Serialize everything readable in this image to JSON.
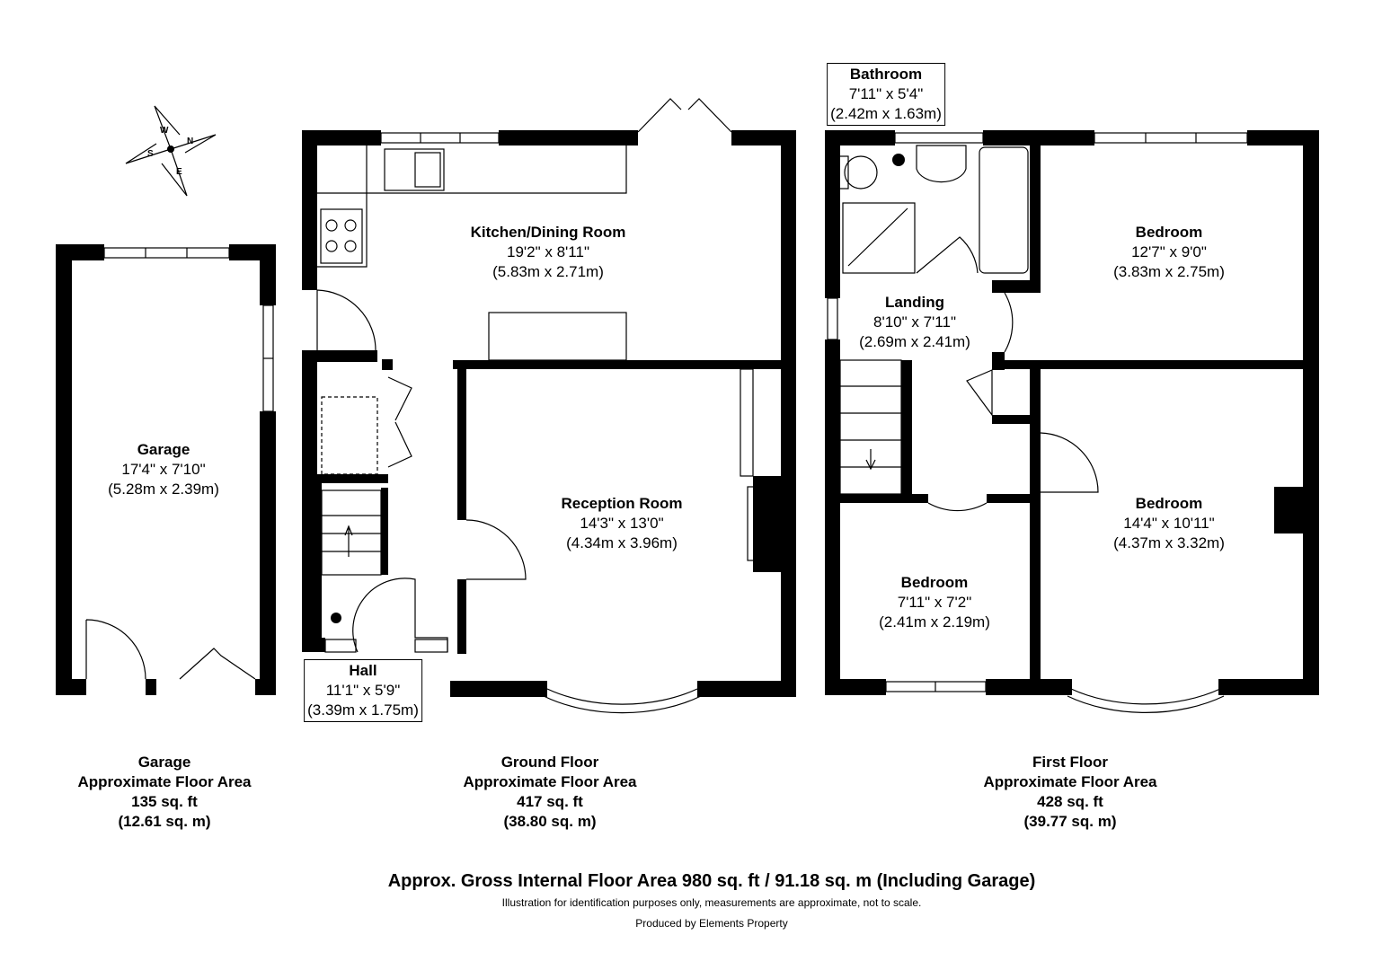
{
  "compass": {
    "icon": "compass-rose-icon",
    "letters": {
      "n": "N",
      "e": "E",
      "s": "S",
      "w": "W"
    }
  },
  "rooms": {
    "garage": {
      "name": "Garage",
      "imperial": "17'4\" x 7'10\"",
      "metric": "(5.28m x 2.39m)"
    },
    "kitchen": {
      "name": "Kitchen/Dining Room",
      "imperial": "19'2\" x 8'11\"",
      "metric": "(5.83m x 2.71m)"
    },
    "reception": {
      "name": "Reception Room",
      "imperial": "14'3\" x 13'0\"",
      "metric": "(4.34m x 3.96m)"
    },
    "hall": {
      "name": "Hall",
      "imperial": "11'1\" x 5'9\"",
      "metric": "(3.39m x 1.75m)"
    },
    "bathroom": {
      "name": "Bathroom",
      "imperial": "7'11\" x 5'4\"",
      "metric": "(2.42m x 1.63m)"
    },
    "landing": {
      "name": "Landing",
      "imperial": "8'10\" x 7'11\"",
      "metric": "(2.69m x 2.41m)"
    },
    "bedroom1": {
      "name": "Bedroom",
      "imperial": "12'7\" x 9'0\"",
      "metric": "(3.83m x 2.75m)"
    },
    "bedroom2": {
      "name": "Bedroom",
      "imperial": "14'4\" x 10'11\"",
      "metric": "(4.37m x 3.32m)"
    },
    "bedroom3": {
      "name": "Bedroom",
      "imperial": "7'11\" x 7'2\"",
      "metric": "(2.41m x 2.19m)"
    }
  },
  "areas": {
    "garage": {
      "title": "Garage",
      "caption": "Approximate Floor Area",
      "sqft": "135 sq. ft",
      "sqm": "(12.61 sq. m)"
    },
    "ground": {
      "title": "Ground Floor",
      "caption": "Approximate Floor Area",
      "sqft": "417 sq. ft",
      "sqm": "(38.80 sq. m)"
    },
    "first": {
      "title": "First Floor",
      "caption": "Approximate Floor Area",
      "sqft": "428 sq. ft",
      "sqm": "(39.77 sq. m)"
    }
  },
  "footer": {
    "gross": "Approx. Gross Internal Floor Area 980 sq. ft / 91.18 sq. m (Including Garage)",
    "disclaimer": "Illustration for identification purposes only, measurements are approximate, not to scale.",
    "producer": "Produced by Elements Property"
  }
}
